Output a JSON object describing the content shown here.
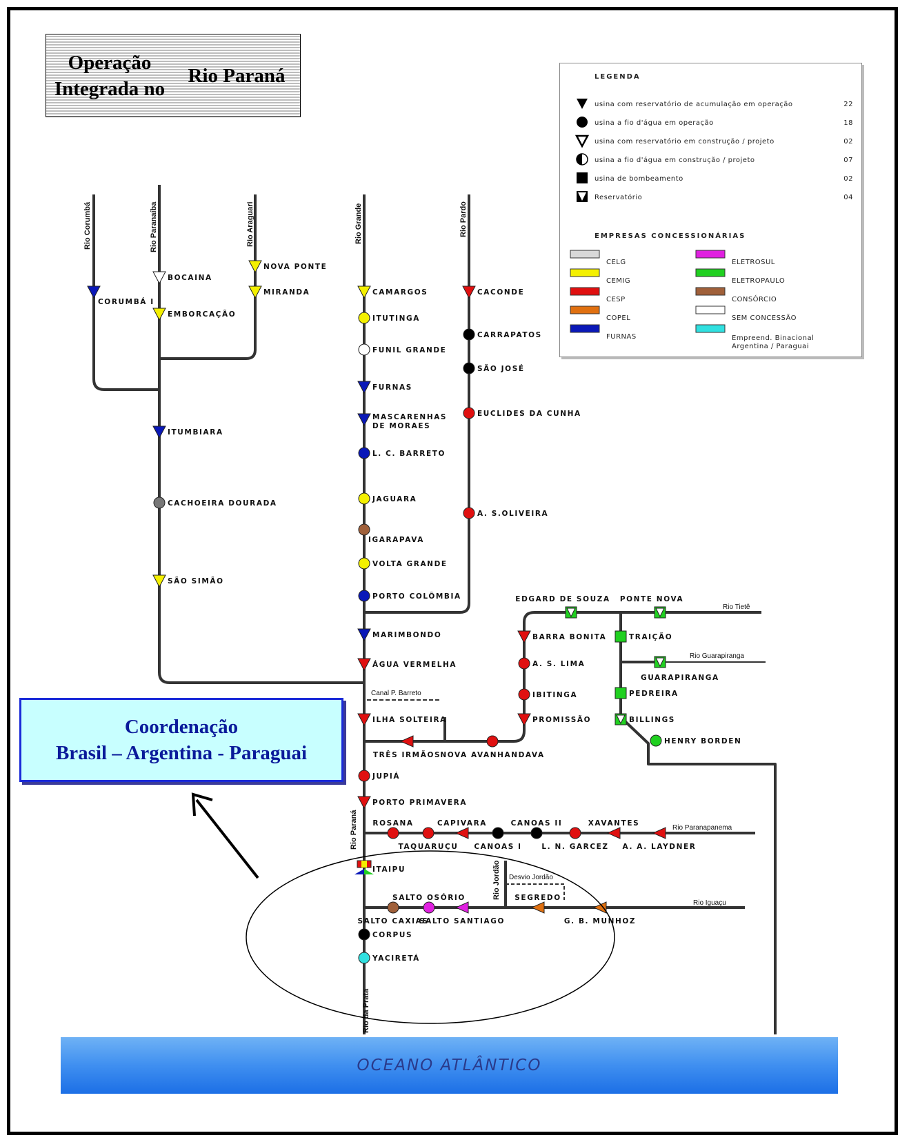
{
  "title": {
    "line1": "Operação Integrada no",
    "line2": "Rio Paraná"
  },
  "coordination": {
    "line1": "Coordenação",
    "line2": "Brasil – Argentina - Paraguai"
  },
  "ocean": "OCEANO ATLÂNTICO",
  "legend": {
    "heading": "LEGENDA",
    "items": [
      {
        "symbol": "triangle-down-icon",
        "text": "usina com reservatório de acumulação em operação",
        "count": "22"
      },
      {
        "symbol": "circle-icon",
        "text": "usina a fio d'água em operação",
        "count": "18"
      },
      {
        "symbol": "triangle-outline-icon",
        "text": "usina com reservatório em construção / projeto",
        "count": "02"
      },
      {
        "symbol": "half-circle-icon",
        "text": "usina a fio d'água em construção / projeto",
        "count": "07"
      },
      {
        "symbol": "square-icon",
        "text": "usina de bombeamento",
        "count": "02"
      },
      {
        "symbol": "reservoir-icon",
        "text": "Reservatório",
        "count": "04"
      }
    ],
    "companies_heading": "EMPRESAS CONCESSIONÁRIAS",
    "companies": [
      {
        "name": "CELG",
        "color": "#d8d8d8"
      },
      {
        "name": "CEMIG",
        "color": "#f4f000"
      },
      {
        "name": "CESP",
        "color": "#e01010"
      },
      {
        "name": "COPEL",
        "color": "#e07010"
      },
      {
        "name": "FURNAS",
        "color": "#0a18b8"
      },
      {
        "name": "ELETROSUL",
        "color": "#e020e0"
      },
      {
        "name": "ELETROPAULO",
        "color": "#20d020"
      },
      {
        "name": "CONSÓRCIO",
        "color": "#a0603a"
      },
      {
        "name": "SEM CONCESSÃO",
        "color": "#ffffff"
      },
      {
        "name": "Empreend. Binacional Argentina / Paraguai",
        "color": "#30e0e0"
      }
    ]
  },
  "rivers": {
    "corumba": "Rio Corumbá",
    "paranaiba": "Rio Paranaíba",
    "araguari": "Rio Araguari",
    "grande": "Rio Grande",
    "pardo": "Rio Pardo",
    "tiete": "Rio Tietê",
    "guarapiranga": "Rio Guarapiranga",
    "paranapanema": "Rio Paranapanema",
    "parana": "Rio Paraná",
    "iguacu": "Rio Iguaçu",
    "jordao": "Rio Jordão",
    "prata": "Rio da Prata"
  },
  "other_labels": {
    "canal": "Canal P. Barreto",
    "desvio": "Desvio Jordão"
  },
  "plants": [
    {
      "name": "CORUMBÁ I",
      "symbol": "tri",
      "color": "#0a18b8"
    },
    {
      "name": "BOCAINA",
      "symbol": "tri",
      "color": "#ffffff"
    },
    {
      "name": "EMBORCAÇÃO",
      "symbol": "tri",
      "color": "#f4f000"
    },
    {
      "name": "NOVA PONTE",
      "symbol": "tri",
      "color": "#f4f000"
    },
    {
      "name": "MIRANDA",
      "symbol": "tri",
      "color": "#f4f000"
    },
    {
      "name": "ITUMBIARA",
      "symbol": "tri",
      "color": "#0a18b8"
    },
    {
      "name": "CACHOEIRA DOURADA",
      "symbol": "circ",
      "color": "#777777"
    },
    {
      "name": "SÃO SIMÃO",
      "symbol": "tri",
      "color": "#f4f000"
    },
    {
      "name": "CAMARGOS",
      "symbol": "tri",
      "color": "#f4f000"
    },
    {
      "name": "ITUTINGA",
      "symbol": "circ",
      "color": "#f4f000"
    },
    {
      "name": "FUNIL GRANDE",
      "symbol": "circ",
      "color": "#ffffff"
    },
    {
      "name": "FURNAS",
      "symbol": "tri",
      "color": "#0a18b8"
    },
    {
      "name": "MASCARENHAS DE MORAES",
      "symbol": "tri",
      "color": "#0a18b8"
    },
    {
      "name": "L. C. BARRETO",
      "symbol": "circ",
      "color": "#0a18b8"
    },
    {
      "name": "JAGUARA",
      "symbol": "circ",
      "color": "#f4f000"
    },
    {
      "name": "IGARAPAVA",
      "symbol": "circ",
      "color": "#a0603a"
    },
    {
      "name": "VOLTA GRANDE",
      "symbol": "circ",
      "color": "#f4f000"
    },
    {
      "name": "PORTO COLÔMBIA",
      "symbol": "circ",
      "color": "#0a18b8"
    },
    {
      "name": "MARIMBONDO",
      "symbol": "tri",
      "color": "#0a18b8"
    },
    {
      "name": "ÁGUA VERMELHA",
      "symbol": "tri",
      "color": "#e01010"
    },
    {
      "name": "ILHA SOLTEIRA",
      "symbol": "tri",
      "color": "#e01010"
    },
    {
      "name": "JUPIÁ",
      "symbol": "circ",
      "color": "#e01010"
    },
    {
      "name": "PORTO PRIMAVERA",
      "symbol": "tri",
      "color": "#e01010"
    },
    {
      "name": "CACONDE",
      "symbol": "tri",
      "color": "#e01010"
    },
    {
      "name": "CARRAPATOS",
      "symbol": "circ",
      "color": "#000000"
    },
    {
      "name": "SÃO JOSÉ",
      "symbol": "circ",
      "color": "#000000"
    },
    {
      "name": "EUCLIDES DA CUNHA",
      "symbol": "circ",
      "color": "#e01010"
    },
    {
      "name": "A. S.OLIVEIRA",
      "symbol": "circ",
      "color": "#e01010"
    },
    {
      "name": "EDGARD DE SOUZA",
      "symbol": "res",
      "color": "#20d020"
    },
    {
      "name": "PONTE NOVA",
      "symbol": "res",
      "color": "#20d020"
    },
    {
      "name": "BARRA BONITA",
      "symbol": "tri",
      "color": "#e01010"
    },
    {
      "name": "TRAIÇÃO",
      "symbol": "sq",
      "color": "#20d020"
    },
    {
      "name": "A. S. LIMA",
      "symbol": "circ",
      "color": "#e01010"
    },
    {
      "name": "GUARAPIRANGA",
      "symbol": "res",
      "color": "#20d020"
    },
    {
      "name": "IBITINGA",
      "symbol": "circ",
      "color": "#e01010"
    },
    {
      "name": "PEDREIRA",
      "symbol": "sq",
      "color": "#20d020"
    },
    {
      "name": "PROMISSÃO",
      "symbol": "tri",
      "color": "#e01010"
    },
    {
      "name": "BILLINGS",
      "symbol": "res",
      "color": "#20d020"
    },
    {
      "name": "HENRY BORDEN",
      "symbol": "circ",
      "color": "#20d020"
    },
    {
      "name": "TRÊS IRMÃOS",
      "symbol": "triL",
      "color": "#e01010"
    },
    {
      "name": "NOVA AVANHANDAVA",
      "symbol": "circ",
      "color": "#e01010"
    },
    {
      "name": "ROSANA",
      "symbol": "circ",
      "color": "#e01010"
    },
    {
      "name": "TAQUARUÇU",
      "symbol": "circ",
      "color": "#e01010"
    },
    {
      "name": "CAPIVARA",
      "symbol": "triL",
      "color": "#e01010"
    },
    {
      "name": "CANOAS I",
      "symbol": "circ",
      "color": "#000000"
    },
    {
      "name": "CANOAS II",
      "symbol": "circ",
      "color": "#000000"
    },
    {
      "name": "L. N. GARCEZ",
      "symbol": "circ",
      "color": "#e01010"
    },
    {
      "name": "XAVANTES",
      "symbol": "triL",
      "color": "#e01010"
    },
    {
      "name": "A. A. LAYDNER",
      "symbol": "triL",
      "color": "#e01010"
    },
    {
      "name": "ITAIPU",
      "symbol": "multi",
      "color": "#e01010"
    },
    {
      "name": "SALTO OSÓRIO",
      "symbol": "circ",
      "color": "#e020e0"
    },
    {
      "name": "SALTO CAXIAS",
      "symbol": "circ",
      "color": "#a0603a"
    },
    {
      "name": "SALTO SANTIAGO",
      "symbol": "triL",
      "color": "#e020e0"
    },
    {
      "name": "SEGREDO",
      "symbol": "triL",
      "color": "#e07010"
    },
    {
      "name": "G. B. MUNHOZ",
      "symbol": "triL",
      "color": "#e07010"
    },
    {
      "name": "CORPUS",
      "symbol": "circ",
      "color": "#000000"
    },
    {
      "name": "YACIRETÁ",
      "symbol": "circ",
      "color": "#30e0e0"
    }
  ]
}
